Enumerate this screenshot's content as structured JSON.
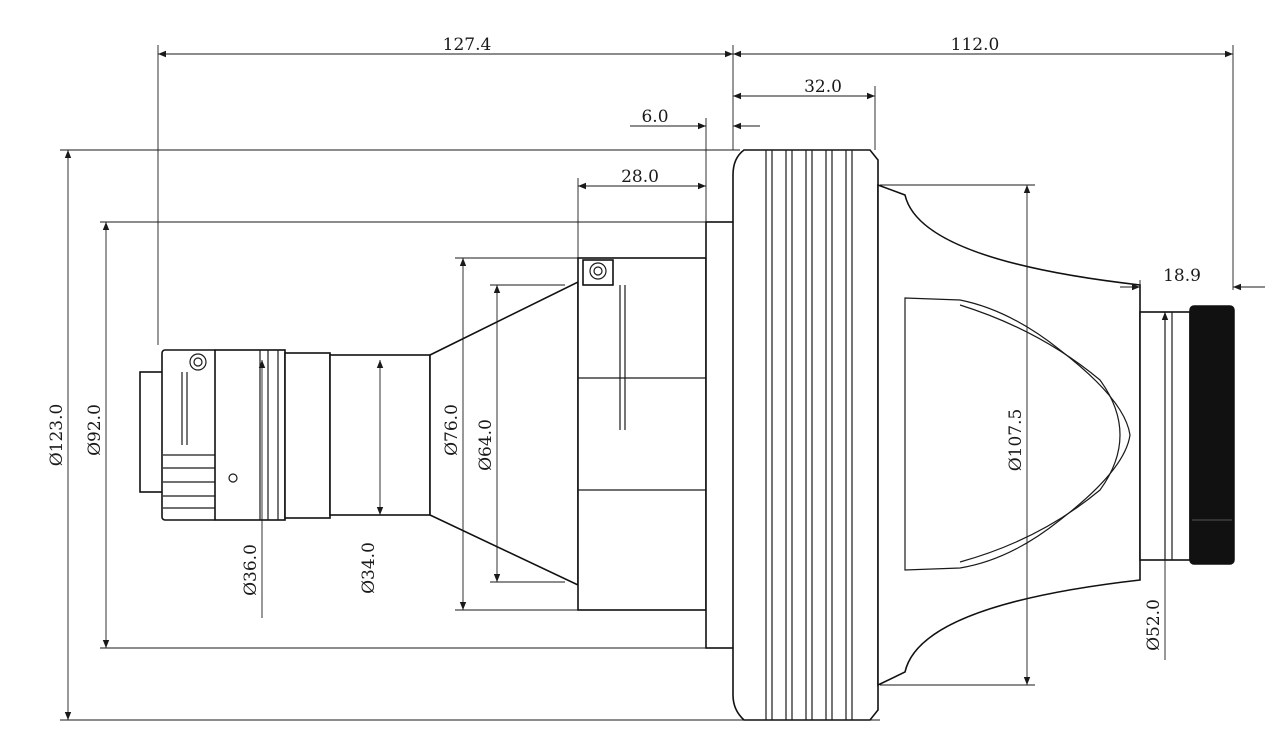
{
  "drawing": {
    "dimensions": {
      "overall_left": "127.4",
      "overall_right": "112.0",
      "flange_width": "32.0",
      "flange_gap": "6.0",
      "clamp_width": "28.0",
      "rear_length": "18.9",
      "dia_123": "Ø123.0",
      "dia_92": "Ø92.0",
      "dia_76": "Ø76.0",
      "dia_64": "Ø64.0",
      "dia_36": "Ø36.0",
      "dia_34": "Ø34.0",
      "dia_107": "Ø107.5",
      "dia_52": "Ø52.0"
    }
  }
}
